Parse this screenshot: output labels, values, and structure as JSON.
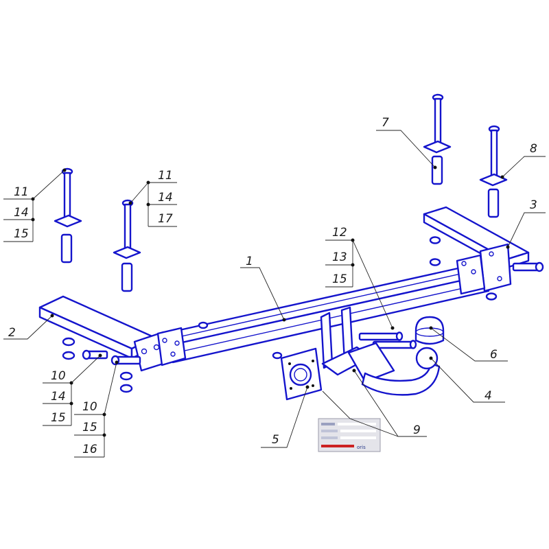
{
  "colors": {
    "part_stroke": "#1414cc",
    "leader": "#222222",
    "plate_bg": "#e4e4ea",
    "plate_red": "#cc2222",
    "plate_blue": "#2a3a8a"
  },
  "plate": {
    "brand": "oris"
  },
  "callouts": [
    {
      "id": "c1",
      "text": "1"
    },
    {
      "id": "c2",
      "text": "2"
    },
    {
      "id": "c3",
      "text": "3"
    },
    {
      "id": "c4",
      "text": "4"
    },
    {
      "id": "c5",
      "text": "5"
    },
    {
      "id": "c6",
      "text": "6"
    },
    {
      "id": "c7",
      "text": "7"
    },
    {
      "id": "c8",
      "text": "8"
    },
    {
      "id": "c9",
      "text": "9"
    },
    {
      "id": "c10a",
      "text": "10"
    },
    {
      "id": "c14a",
      "text": "14"
    },
    {
      "id": "c15a",
      "text": "15"
    },
    {
      "id": "c10b",
      "text": "10"
    },
    {
      "id": "c15b",
      "text": "15"
    },
    {
      "id": "c16",
      "text": "16"
    },
    {
      "id": "c11a",
      "text": "11"
    },
    {
      "id": "c14b",
      "text": "14"
    },
    {
      "id": "c15c",
      "text": "15"
    },
    {
      "id": "c11b",
      "text": "11"
    },
    {
      "id": "c14c",
      "text": "14"
    },
    {
      "id": "c17",
      "text": "17"
    },
    {
      "id": "c12",
      "text": "12"
    },
    {
      "id": "c13",
      "text": "13"
    },
    {
      "id": "c15d",
      "text": "15"
    }
  ]
}
